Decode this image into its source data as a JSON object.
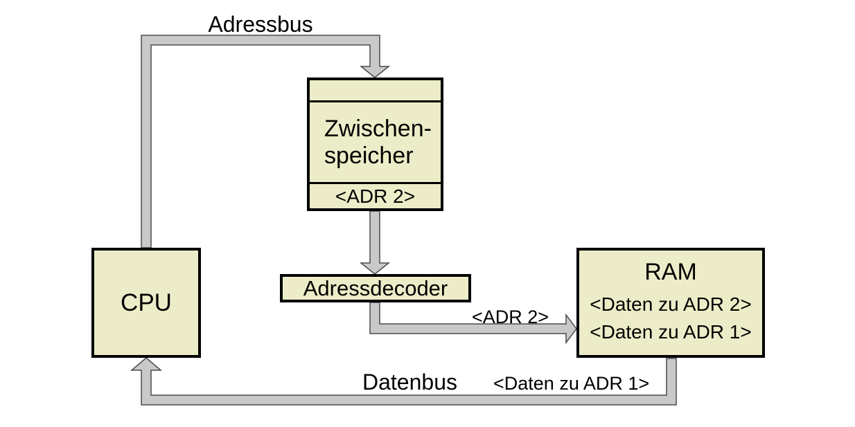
{
  "diagram": {
    "type": "block-diagram",
    "colors": {
      "background": "#ffffff",
      "node_fill": "#ececc8",
      "node_border": "#000000",
      "bus_fill": "#c9c9c9",
      "bus_outline": "#4a4a4a",
      "text": "#000000"
    },
    "nodes": {
      "cpu": {
        "label": "CPU"
      },
      "buffer": {
        "lines": [
          "Zwischen-",
          "speicher"
        ],
        "register": "<ADR 2>"
      },
      "decoder": {
        "label": "Adressdecoder"
      },
      "ram": {
        "label": "RAM",
        "entries": [
          "<Daten zu ADR 2>",
          "<Daten zu ADR 1>"
        ]
      }
    },
    "labels": {
      "address_bus": "Adressbus",
      "data_bus": "Datenbus",
      "adr2_on_bus": "<ADR 2>",
      "daten_adr1_on_bus": "<Daten zu ADR 1>"
    }
  }
}
